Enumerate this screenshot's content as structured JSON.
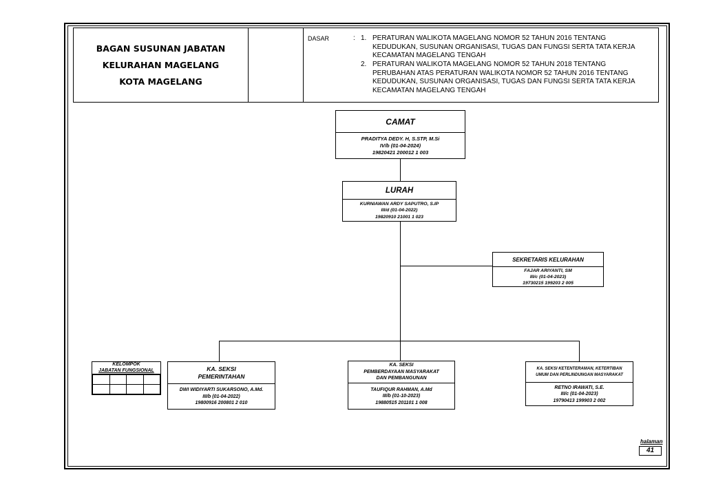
{
  "header": {
    "title_lines": [
      "BAGAN SUSUNAN JABATAN",
      "KELURAHAN MAGELANG",
      "KOTA MAGELANG"
    ],
    "dasar_label": "DASAR",
    "colon": ":",
    "items": [
      {
        "num": "1.",
        "lines": [
          "PERATURAN WALIKOTA MAGELANG NOMOR 52 TAHUN 2016 TENTANG",
          "KEDUDUKAN, SUSUNAN ORGANISASI, TUGAS DAN FUNGSI SERTA TATA KERJA",
          "KECAMATAN MAGELANG TENGAH"
        ]
      },
      {
        "num": "2.",
        "lines": [
          "PERATURAN WALIKOTA MAGELANG NOMOR 52 TAHUN 2018 TENTANG",
          "PERUBAHAN ATAS PERATURAN WALIKOTA NOMOR 52 TAHUN 2016 TENTANG",
          "KEDUDUKAN, SUSUNAN ORGANISASI, TUGAS DAN FUNGSI SERTA TATA KERJA",
          "KECAMATAN MAGELANG TENGAH"
        ]
      }
    ]
  },
  "camat": {
    "title": "CAMAT",
    "name": "PRADITYA DEDY. H, S.STP, M.Si",
    "grade": "IV/b (01-04-2024)",
    "nip": "19820421 200012 1 003"
  },
  "lurah": {
    "title": "LURAH",
    "name": "KURNIAWAN ARDY SAPUTRO, S.IP",
    "grade": "III/d (01-04-2022)",
    "nip": "19820910 21001 1 023"
  },
  "sekretaris": {
    "title": "SEKRETARIS KELURAHAN",
    "name": "FAJAR ARIYANTI, SM",
    "grade": "III/c (01-04-2023)",
    "nip": "19730215 199203 2 005"
  },
  "fungsional": {
    "title_lines": [
      "KELOMPOK",
      "JABATAN FUNGSIONAL"
    ]
  },
  "seksi_pemerintahan": {
    "title_lines": [
      "KA. SEKSI",
      "PEMERINTAHAN"
    ],
    "name": "DWI WIDIYARTI SUKARSONO, A.Md.",
    "grade": "III/b (01-04-2022)",
    "nip": "19800916 200801 2 010"
  },
  "seksi_pemberdayaan": {
    "title_lines": [
      "KA. SEKSI",
      "PEMBERDAYAAN MASYARAKAT",
      "DAN PEMBANGUNAN"
    ],
    "name": "TAUFIQUR RAHMAN, A.Md",
    "grade": "III/b (01-10-2023)",
    "nip": "19880515 201101 1 008"
  },
  "seksi_ketentraman": {
    "title_lines": [
      "KA. SEKSI KETENTERAMAN, KETERTIBAN",
      "UMUM DAN PERLINDUNGAN MASYARAKAT"
    ],
    "name": "RETNO IRAWATI, S.E.",
    "grade": "III/c (01-04-2023)",
    "nip": "19790413 199903 2 002"
  },
  "page": {
    "label": "halaman",
    "number": "41"
  }
}
